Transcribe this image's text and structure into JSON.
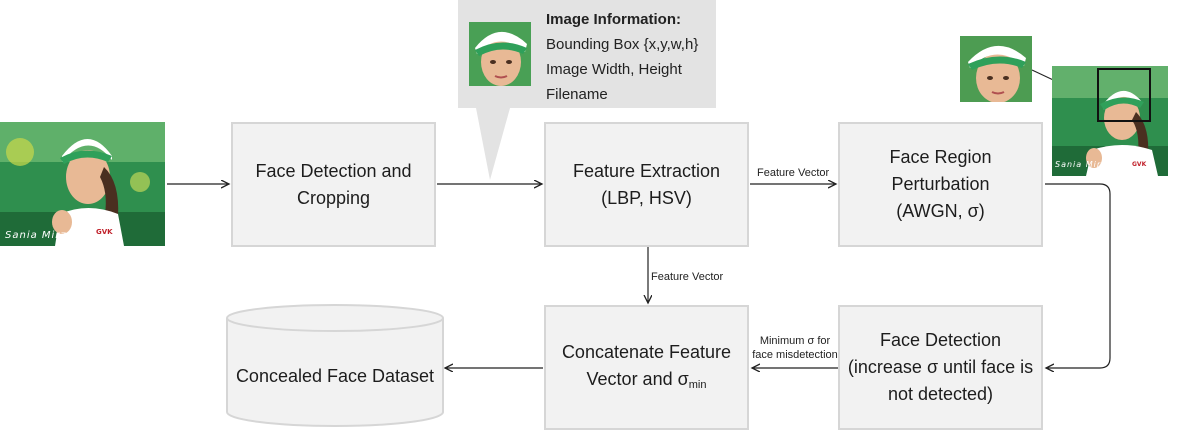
{
  "nodes": {
    "face_detect_crop": {
      "line1": "Face Detection and",
      "line2": "Cropping"
    },
    "feature_extraction": {
      "line1": "Feature Extraction",
      "line2": "(LBP, HSV)"
    },
    "face_region_perturbation": {
      "line1": "Face Region",
      "line2": "Perturbation",
      "line3": "(AWGN, σ)"
    },
    "face_detection": {
      "line1": "Face Detection",
      "line2": "(increase σ until face is",
      "line3": "not detected)"
    },
    "concatenate": {
      "line1": "Concatenate Feature",
      "line2": "Vector and σ",
      "line2_sub": "min"
    },
    "dataset": {
      "label": "Concealed Face Dataset"
    }
  },
  "edge_labels": {
    "fe_to_perturb": "Feature Vector",
    "fe_to_concat": "Feature Vector",
    "detect_to_concat_line1": "Minimum σ for",
    "detect_to_concat_line2": "face misdetection"
  },
  "callout": {
    "title": "Image Information:",
    "line1": "Bounding Box {x,y,w,h}",
    "line2": "Image Width, Height",
    "line3": "Filename"
  },
  "photo_captions": {
    "input_photo": "Sania Mirza",
    "perturbed_photo": "Sania Mirza"
  },
  "colors": {
    "box_fill": "#f2f2f2",
    "box_border": "#d6d6d6",
    "callout_fill": "#e3e3e3",
    "arrow": "#222222"
  }
}
